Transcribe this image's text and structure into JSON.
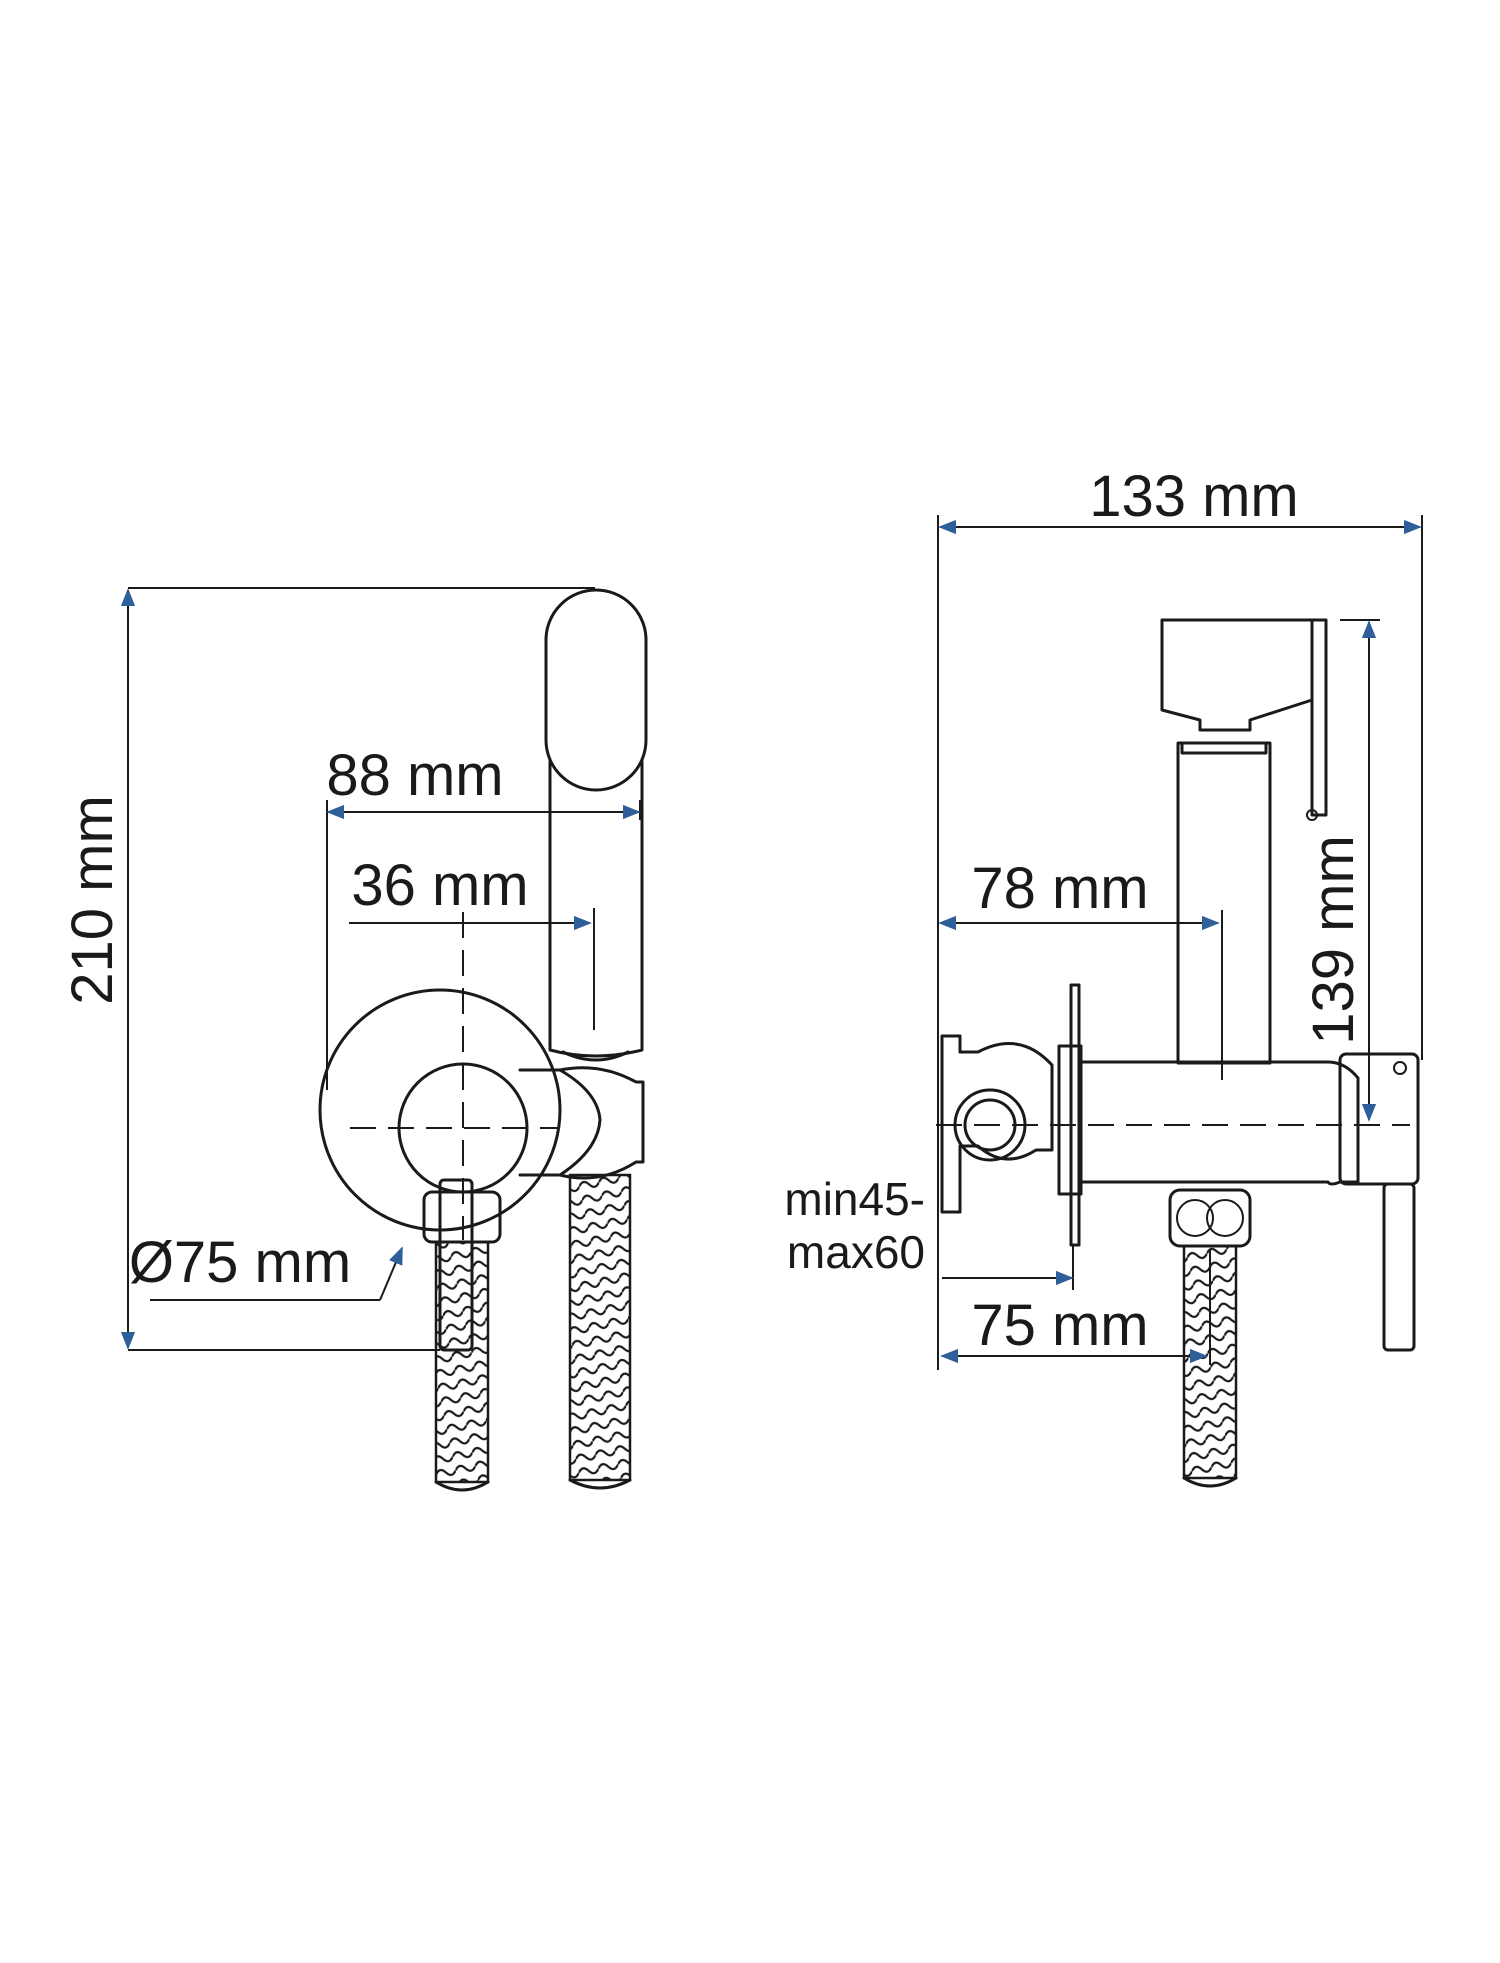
{
  "front_view": {
    "height_label": "210 mm",
    "width_label": "88 mm",
    "offset_label": "36 mm",
    "diameter_label": "Ø75 mm"
  },
  "side_view": {
    "depth_label": "133 mm",
    "outlet_offset_label": "78 mm",
    "holder_height_label": "139 mm",
    "wall_depth_label_line1": "min45-",
    "wall_depth_label_line2": "max60",
    "inlet_offset_label": "75 mm"
  },
  "colors": {
    "line": "#1a1a1a",
    "dimension_arrow": "#2f5f9a"
  }
}
